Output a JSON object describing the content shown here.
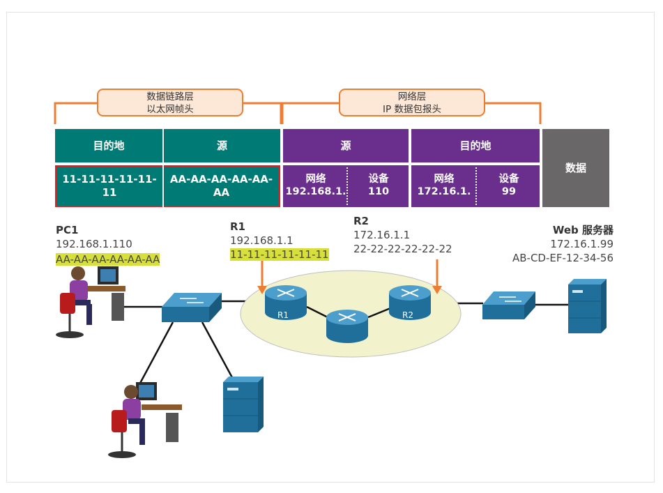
{
  "header": {
    "datalink_line1": "数据链路层",
    "datalink_line2": "以太网帧头",
    "network_line1": "网络层",
    "network_line2": "IP 数据包报头"
  },
  "frame_table": {
    "eth_dest_header": "目的地",
    "eth_src_header": "源",
    "ip_src_header": "源",
    "ip_dest_header": "目的地",
    "data_label": "数据",
    "eth_dest_value": "11-11-11-11-11-11",
    "eth_src_value": "AA-AA-AA-AA-AA-AA",
    "ip_src_network_label": "网络",
    "ip_src_network_value": "192.168.1.",
    "ip_src_device_label": "设备",
    "ip_src_device_value": "110",
    "ip_dest_network_label": "网络",
    "ip_dest_network_value": "172.16.1.",
    "ip_dest_device_label": "设备",
    "ip_dest_device_value": "99"
  },
  "devices": {
    "pc1": {
      "name": "PC1",
      "ip": "192.168.1.110",
      "mac": "AA-AA-AA-AA-AA-AA"
    },
    "r1": {
      "name": "R1",
      "ip": "192.168.1.1",
      "mac": "11-11-11-11-11-11",
      "icon_label": "R1"
    },
    "r2": {
      "name": "R2",
      "ip": "172.16.1.1",
      "mac": "22-22-22-22-22-22",
      "icon_label": "R2"
    },
    "web": {
      "name": "Web 服务器",
      "ip": "172.16.1.99",
      "mac": "AB-CD-EF-12-34-56"
    }
  },
  "colors": {
    "teal": "#007a75",
    "purple": "#6a2f8d",
    "gray": "#696767",
    "orange": "#ed7d31",
    "highlight": "#d7e03a",
    "router_blue": "#1c6a96"
  }
}
